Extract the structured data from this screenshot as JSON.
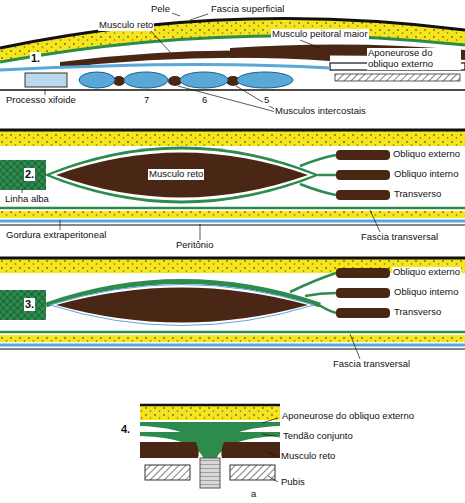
{
  "diagram": {
    "labels": [
      "Fascia superficial",
      "Pele",
      "Musculo reto",
      "Musculo peitoral maior",
      "1.",
      "Aponeurose do obliquo externo",
      "Processo xifoide",
      "7",
      "6",
      "5",
      "Musculos intercostais",
      "Musculo reto",
      "2.",
      "Linha alba",
      "Obliquo externo",
      "Obliquo interno",
      "Transverso",
      "Gordura extraperitoneal",
      "Fascia transversal",
      "Peritônio",
      "3.",
      "Obliquo externo",
      "Obliquo interno",
      "Transverso",
      "Fascia transversal",
      "4.",
      "Aponeurose do obliquo externo",
      "Tendão conjunto",
      "Musculo reto",
      "Pubis",
      "a"
    ]
  }
}
